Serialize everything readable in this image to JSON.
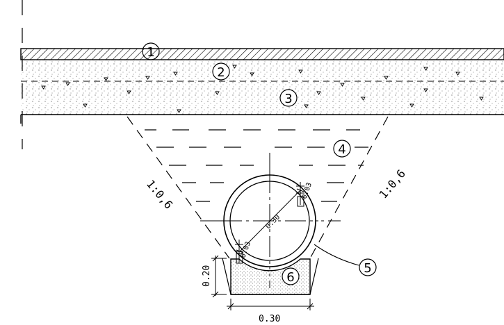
{
  "markers": [
    "1",
    "2",
    "3",
    "4",
    "5",
    "6"
  ],
  "slopes": {
    "left": "1:0,6",
    "right": "1:0,6"
  },
  "dimensions": {
    "pipe_diameter": "0.30",
    "wall_top": "0.03",
    "wall_bottom": "0.03",
    "base_height": "0.20",
    "base_width": "0.30"
  },
  "colors": {
    "line": "#000000",
    "hatch": "#000000"
  }
}
